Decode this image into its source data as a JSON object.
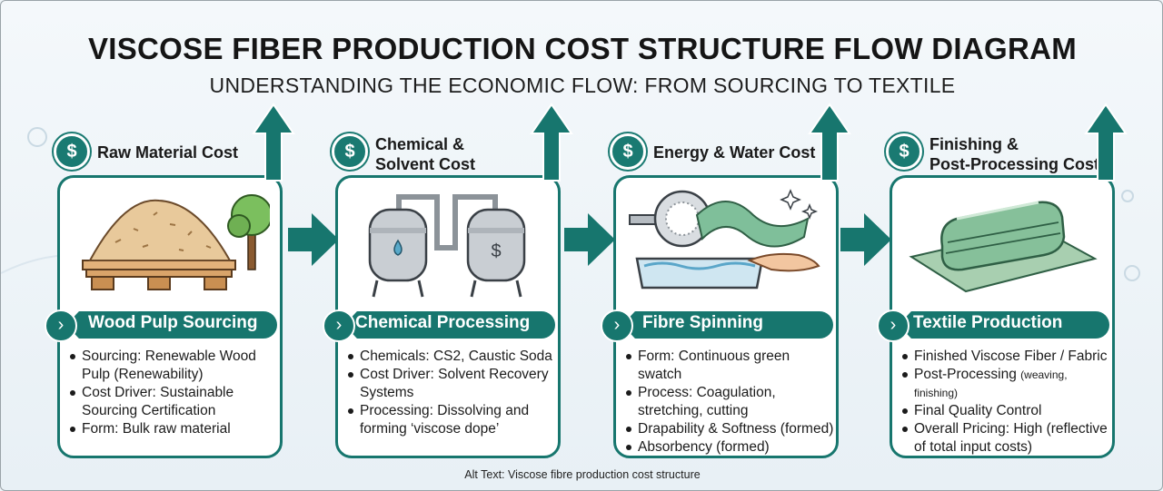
{
  "title": "VISCOSE FIBER PRODUCTION COST STRUCTURE FLOW DIAGRAM",
  "subtitle": "UNDERSTANDING THE ECONOMIC FLOW: FROM SOURCING TO TEXTILE",
  "currency_symbol": "$",
  "chevron_symbol": "›",
  "stages": [
    {
      "cost_line1": "Raw Material Cost",
      "cost_line2": "",
      "stage": "Wood Pulp Sourcing",
      "bullets": [
        "Sourcing: Renewable Wood Pulp (Renewability)",
        "Cost Driver: Sustainable Sourcing Certification",
        "Form: Bulk raw material"
      ]
    },
    {
      "cost_line1": "Chemical &",
      "cost_line2": "Solvent Cost",
      "stage": "Chemical Processing",
      "bullets": [
        "Chemicals: CS2, Caustic Soda",
        "Cost Driver: Solvent Recovery Systems",
        "Processing: Dissolving and forming ‘viscose dope’"
      ]
    },
    {
      "cost_line1": "Energy & Water Cost",
      "cost_line2": "",
      "stage": "Fibre Spinning",
      "bullets": [
        "Form: Continuous green swatch",
        "Process: Coagulation, stretching, cutting",
        "Drapability & Softness (formed)",
        "Absorbency (formed)"
      ]
    },
    {
      "cost_line1": "Finishing &",
      "cost_line2": "Post-Processing Cost",
      "stage": "Textile Production",
      "bullets": [
        "Finished Viscose Fiber / Fabric",
        "Post-Processing",
        "Final Quality Control",
        "Overall Pricing: High (reflective of total input costs)"
      ],
      "post_processing_note": "(weaving, finishing)"
    }
  ],
  "footer": "Alt Text: Viscose fibre production cost structure",
  "colors": {
    "teal": "#17766e",
    "teal_light": "#2a8f85",
    "text": "#1b1b1b"
  }
}
